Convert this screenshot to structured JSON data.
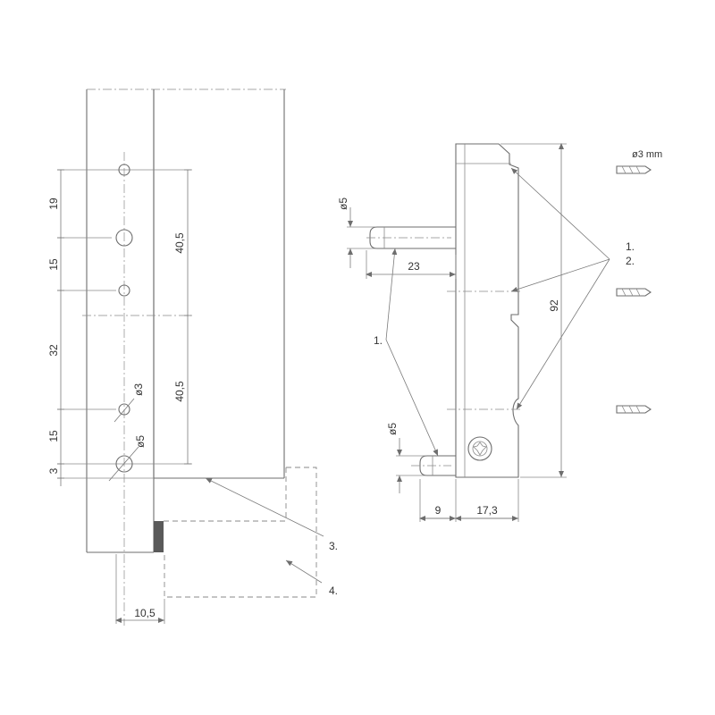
{
  "left_view": {
    "dims_left": [
      "19",
      "15",
      "32",
      "15",
      "3"
    ],
    "dims_right": [
      "40,5",
      "40,5"
    ],
    "hole_small": "ø3",
    "hole_large": "ø5",
    "dim_bottom": "10,5",
    "callout_3": "3.",
    "callout_4": "4."
  },
  "right_view": {
    "pin_dia_top": "ø5",
    "pin_len": "23",
    "pin_dia_bottom": "ø5",
    "height": "92",
    "dim_9": "9",
    "dim_17_3": "17,3",
    "callout_1": "1.",
    "callout_12_a": "1.",
    "callout_12_b": "2.",
    "drill_label": "ø3 mm"
  },
  "colors": {
    "line": "#6e6e6e",
    "text": "#333333",
    "plate": "#5a5a5a"
  }
}
